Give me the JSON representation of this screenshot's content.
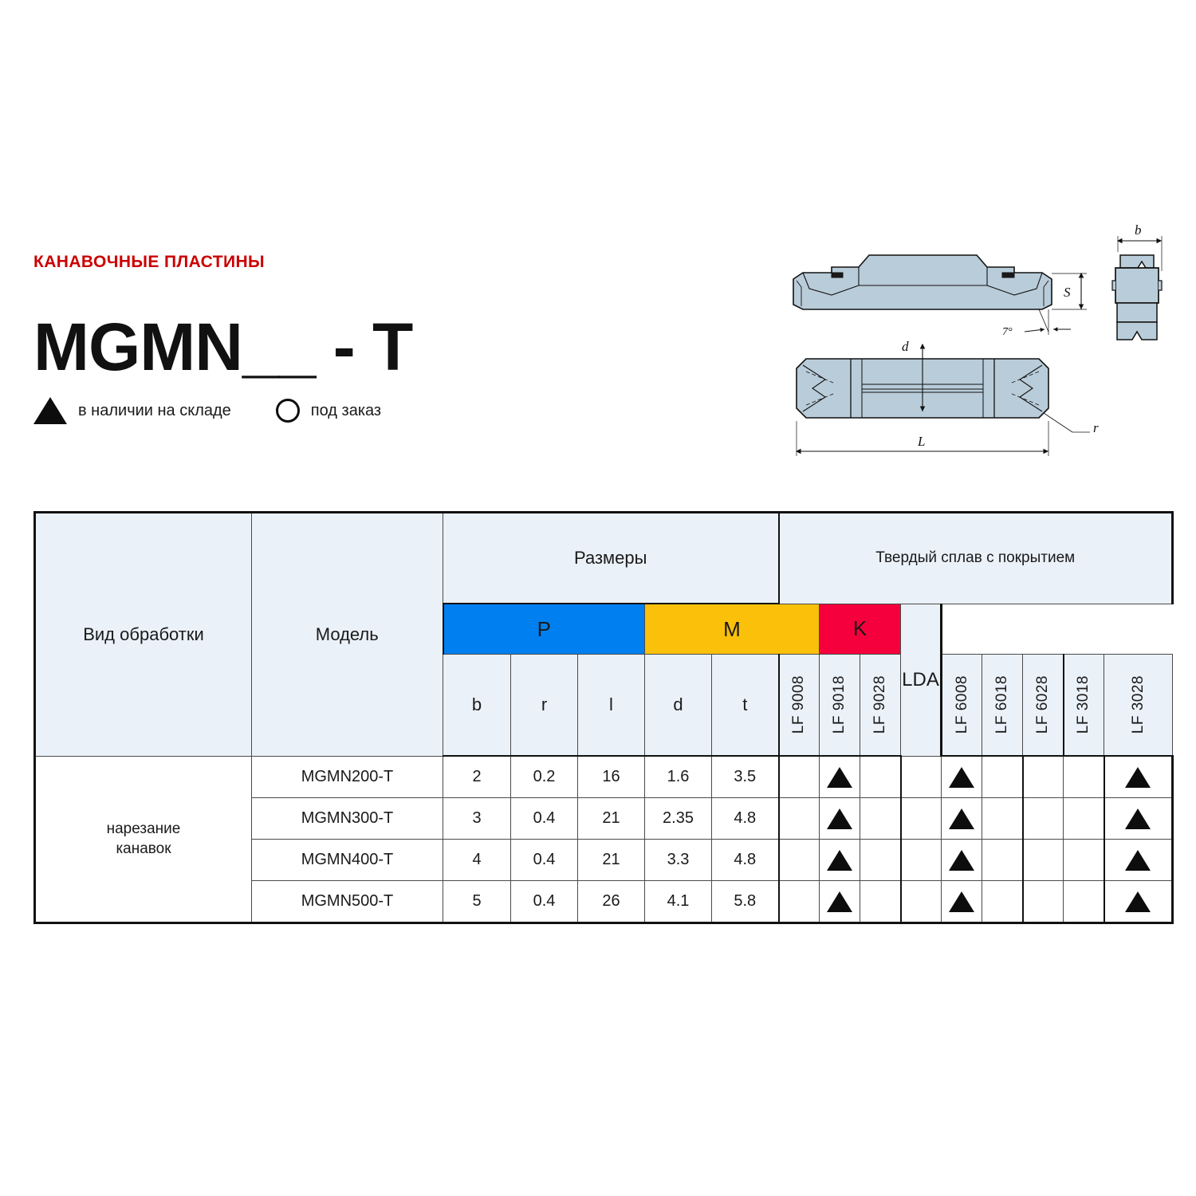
{
  "header": {
    "category": "КАНАВОЧНЫЕ ПЛАСТИНЫ",
    "product": "MGMN__ - T",
    "legend": {
      "in_stock_icon": "filled-triangle",
      "in_stock_label": "в наличии на складе",
      "on_order_icon": "hollow-circle",
      "on_order_label": "под заказ"
    }
  },
  "drawings": {
    "side_view": {
      "name": "insert-side-view",
      "labels": [
        "S",
        "7°"
      ]
    },
    "top_view": {
      "name": "insert-top-view",
      "labels": [
        "d",
        "L",
        "r"
      ]
    },
    "end_view": {
      "name": "insert-end-view",
      "labels": [
        "b"
      ]
    },
    "dim_S": "S",
    "dim_angle": "7°",
    "dim_d": "d",
    "dim_L": "L",
    "dim_r": "r",
    "dim_b": "b"
  },
  "table": {
    "headers": {
      "process": "Вид обработки",
      "model": "Модель",
      "dimensions": "Размеры",
      "coated_carbide": "Твердый сплав с покрытием"
    },
    "dimension_symbols": [
      "b",
      "r",
      "l",
      "d",
      "t"
    ],
    "iso_groups": [
      {
        "label": "P",
        "color": "#0080f0",
        "span": 3
      },
      {
        "label": "M",
        "color": "#fbc00a",
        "span": 3
      },
      {
        "label": "K",
        "color": "#f5003c",
        "span": 2
      }
    ],
    "lda_label": "LDA",
    "grades": [
      "LF 9008",
      "LF 9018",
      "LF 9028",
      "LF 6008",
      "LF 6018",
      "LF 6028",
      "LF 3018",
      "LF 3028"
    ],
    "process_label": "нарезание\nканавок",
    "rows": [
      {
        "model": "MGMN200-T",
        "b": "2",
        "r": "0.2",
        "l": "16",
        "d": "1.6",
        "t": "3.5",
        "marks": [
          false,
          true,
          false,
          false,
          true,
          false,
          false,
          false
        ],
        "lda": true
      },
      {
        "model": "MGMN300-T",
        "b": "3",
        "r": "0.4",
        "l": "21",
        "d": "2.35",
        "t": "4.8",
        "marks": [
          false,
          true,
          false,
          false,
          true,
          false,
          false,
          false
        ],
        "lda": true
      },
      {
        "model": "MGMN400-T",
        "b": "4",
        "r": "0.4",
        "l": "21",
        "d": "3.3",
        "t": "4.8",
        "marks": [
          false,
          true,
          false,
          false,
          true,
          false,
          false,
          false
        ],
        "lda": true
      },
      {
        "model": "MGMN500-T",
        "b": "5",
        "r": "0.4",
        "l": "26",
        "d": "4.1",
        "t": "5.8",
        "marks": [
          false,
          true,
          false,
          false,
          true,
          false,
          false,
          false
        ],
        "lda": true
      }
    ]
  },
  "colors": {
    "accent_red": "#cc0000",
    "header_bg": "#ebf1f9",
    "iso_p": "#0080f0",
    "iso_m": "#fbc00a",
    "iso_k": "#f5003c",
    "drawing_fill": "#b9ccd9"
  }
}
